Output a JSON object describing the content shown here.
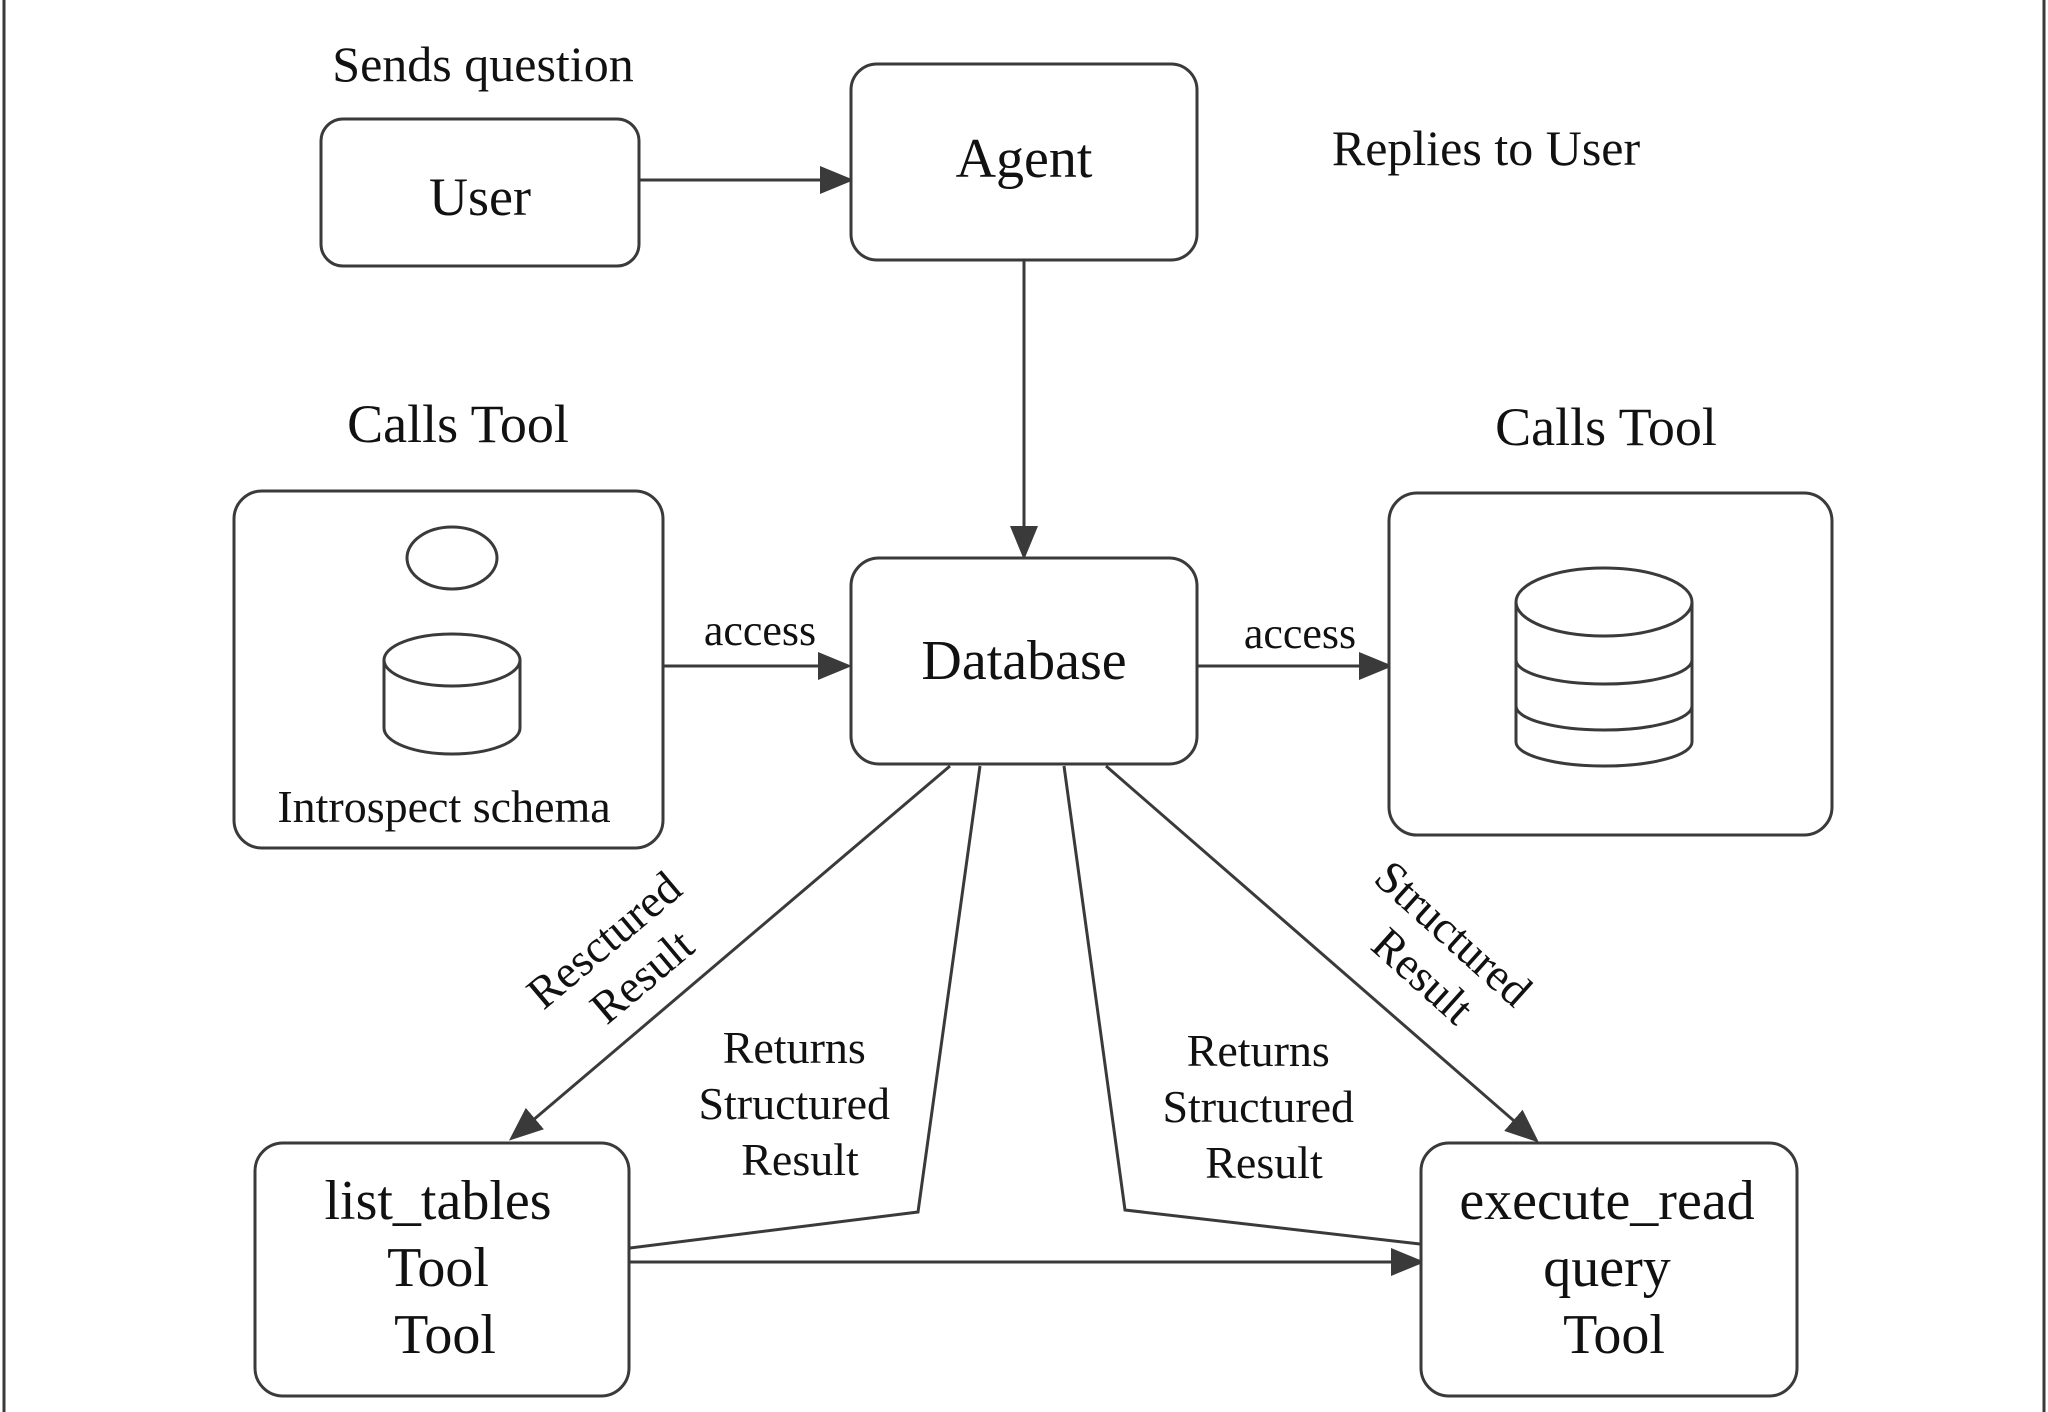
{
  "nodes": {
    "user": "User",
    "agent": "Agent",
    "database": "Database",
    "introspect": "Introspect schema",
    "list_tables": [
      "list_tables",
      "Tool",
      "Tool"
    ],
    "execute_read": [
      "execute_read",
      "query",
      "Tool"
    ]
  },
  "labels": {
    "sends_question": "Sends question",
    "replies_to_user": "Replies to User",
    "calls_tool_left": "Calls Tool",
    "calls_tool_right": "Calls Tool",
    "access_left": "access",
    "access_right": "access",
    "rescured_result": [
      "Resctured",
      "Result"
    ],
    "structured_result": [
      "Structured",
      "Result"
    ],
    "returns_left": [
      "Returns",
      "Structured",
      "Result"
    ],
    "returns_right": [
      "Returns",
      "Structured",
      "Result"
    ]
  },
  "icons": {
    "introspect_icon": "database-cylinder-icon",
    "storage_icon": "stacked-database-icon"
  },
  "colors": {
    "stroke": "#3a3a3a",
    "text": "#111111",
    "background": "#ffffff"
  }
}
